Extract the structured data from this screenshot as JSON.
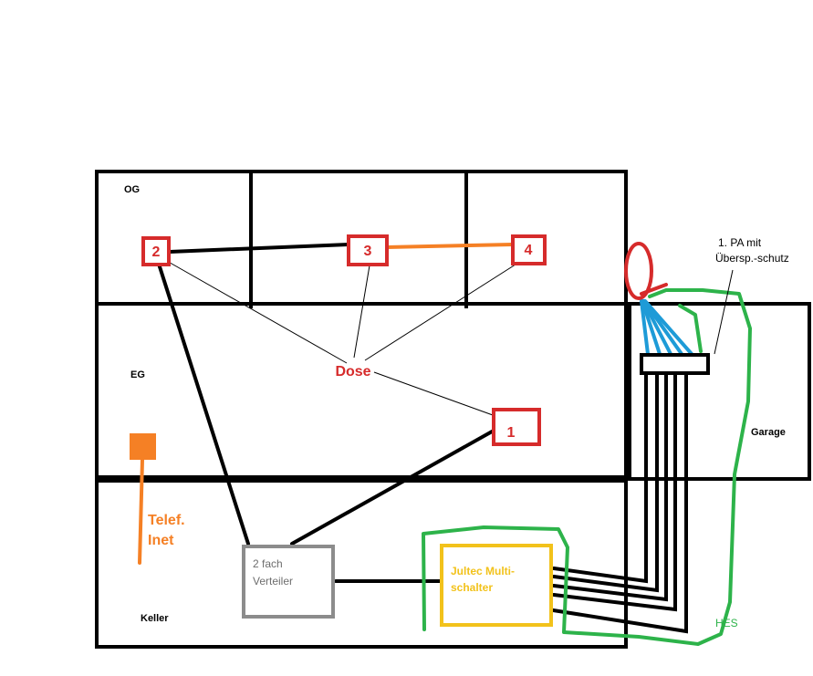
{
  "floors": {
    "og": "OG",
    "eg": "EG",
    "keller": "Keller",
    "garage": "Garage"
  },
  "sockets": {
    "s1": "1",
    "s2": "2",
    "s3": "3",
    "s4": "4",
    "dose": "Dose"
  },
  "telefon": {
    "line1": "Telef.",
    "line2": "Inet"
  },
  "verteiler": {
    "line1": "2 fach",
    "line2": "Verteiler"
  },
  "multischalter": {
    "line1": "Jultec Multi-",
    "line2": "schalter"
  },
  "pa": {
    "line1": "1. PA mit",
    "line2": "Übersp.-schutz"
  },
  "hes": "HES",
  "colors": {
    "outline": "#000000",
    "socket": "#d62b2b",
    "telefon": "#f58025",
    "verteiler": "#8c8c8c",
    "multischalter": "#f2c21b",
    "hes_cable": "#2db34a",
    "dish_cables": "#1e9bd7",
    "dish": "#d62b2b"
  }
}
